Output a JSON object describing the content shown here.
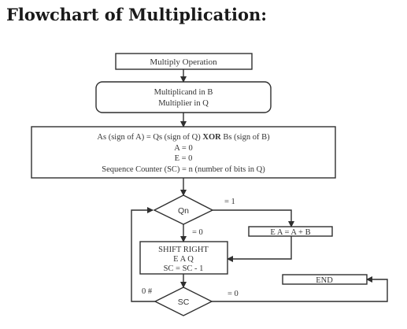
{
  "title": "Flowchart of Multiplication:",
  "nodes": {
    "multiply_operation": "Multiply Operation",
    "init_registers": [
      "Multiplicand in B",
      "Multiplier in Q"
    ],
    "sign_setup": {
      "line1_pre": "As (sign of A) = Qs (sign of Q)",
      "line1_op": "XOR",
      "line1_post": "Bs (sign of B)",
      "line2": "A = 0",
      "line3": "E = 0",
      "line4": "Sequence Counter (SC) = n (number of bits in Q)"
    },
    "qn_decision": "Qn",
    "add_step": "E A = A + B",
    "shift_step": [
      "SHIFT RIGHT",
      "E A Q",
      "SC = SC - 1"
    ],
    "sc_decision": "SC",
    "end": "END"
  },
  "edge_labels": {
    "qn_one": "= 1",
    "qn_zero": "= 0",
    "sc_nonzero": "0 #",
    "sc_zero": "= 0"
  }
}
